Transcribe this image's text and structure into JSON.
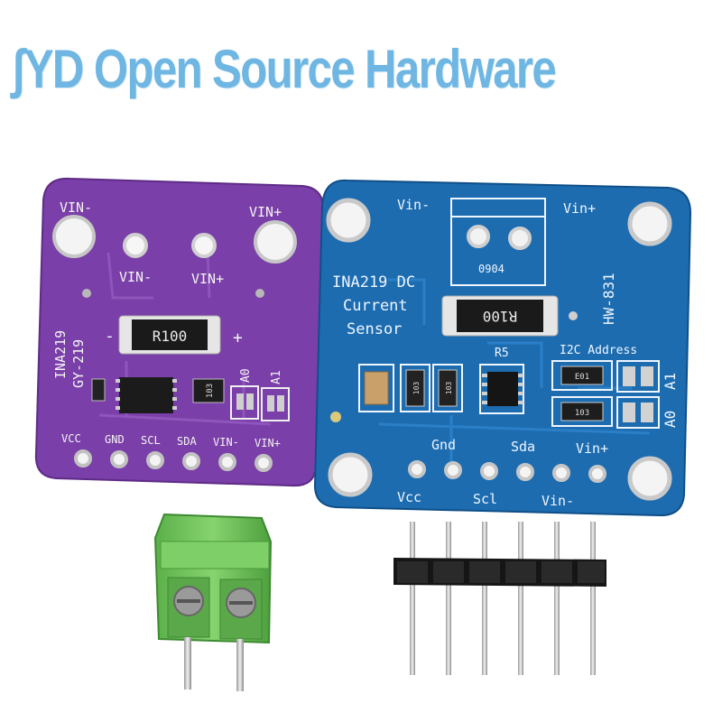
{
  "watermark": {
    "text": "YD Open Source Hardware",
    "logo_glyph": "ʃ",
    "color": "#6fb6e3"
  },
  "purple_board": {
    "color": "#7a3fa8",
    "top_labels": [
      "VIN-",
      "VIN+"
    ],
    "mid_labels": [
      "VIN-",
      "VIN+"
    ],
    "resistor": "R100",
    "minus": "-",
    "plus": "+",
    "side_text_1": "INA219",
    "side_text_2": "GY-219",
    "jumpers": [
      "A0",
      "A1"
    ],
    "chip_mark": "103",
    "pins": [
      "VCC",
      "GND",
      "SCL",
      "SDA",
      "VIN-",
      "VIN+"
    ]
  },
  "blue_board": {
    "color": "#1d6cb0",
    "top_labels": [
      "Vin-",
      "Vin+"
    ],
    "terminal_code": "0904",
    "resistor": "R100",
    "title_1": "INA219 DC",
    "title_2": "Current",
    "title_3": "Sensor",
    "model": "HW-831",
    "ref": "R5",
    "i2c": "I2C Address",
    "addr": [
      "A1",
      "A0"
    ],
    "cap_labels": [
      "103",
      "103"
    ],
    "smd_labels": [
      "E01",
      "103"
    ],
    "pins_top": [
      "Gnd",
      "Sda",
      "Vin+"
    ],
    "pins_bottom": [
      "Vcc",
      "Scl",
      "Vin-"
    ]
  },
  "accessories": {
    "terminal_color": "#6fc25a",
    "header_pins": 6
  }
}
